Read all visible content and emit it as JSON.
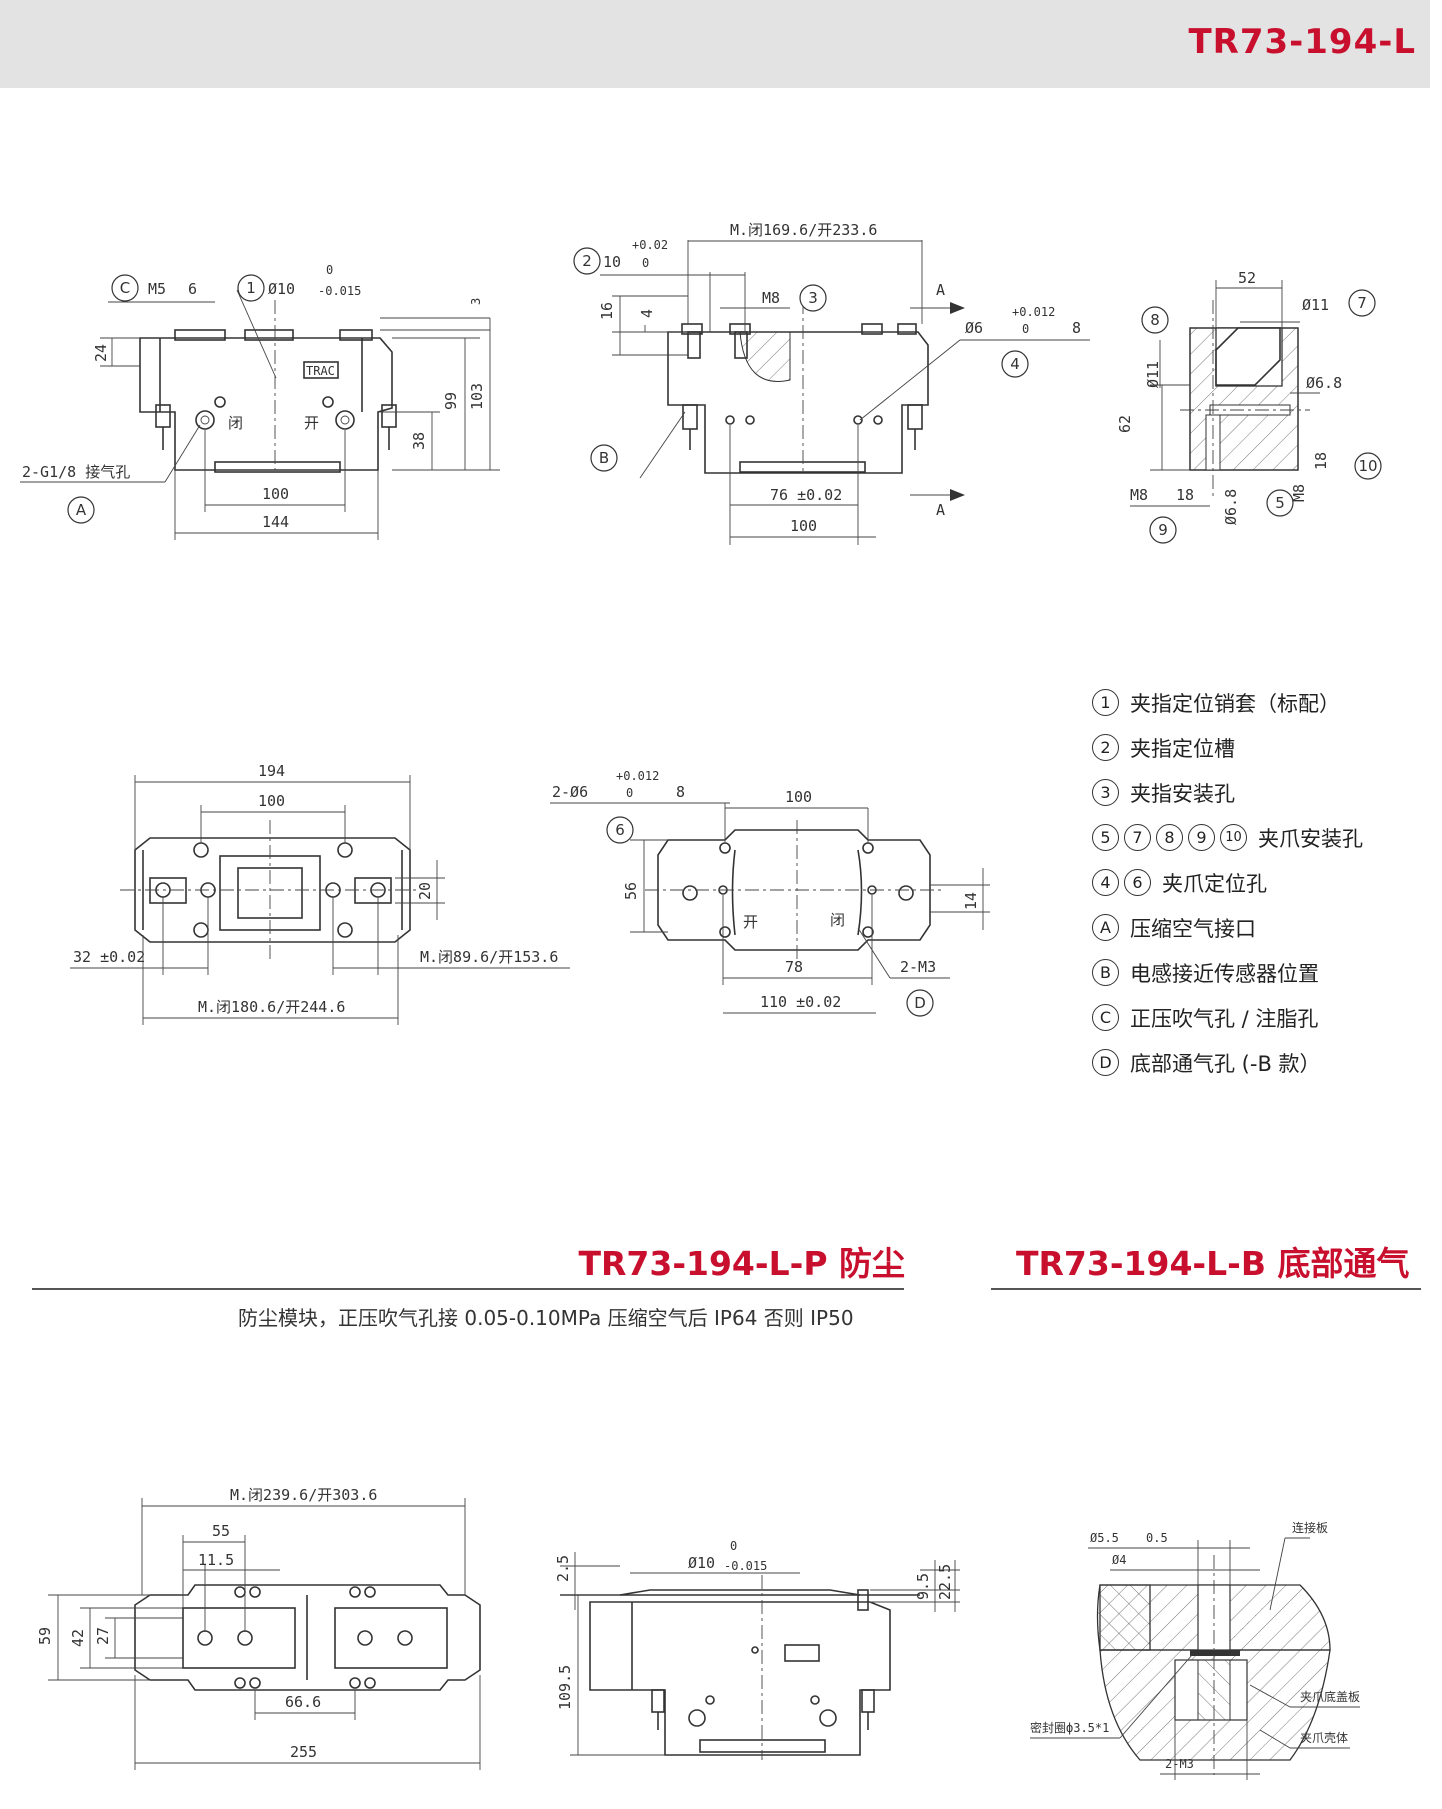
{
  "header": {
    "model": "TR73-194-L"
  },
  "legend": [
    {
      "marks": [
        "1"
      ],
      "text": "夹指定位销套（标配）"
    },
    {
      "marks": [
        "2"
      ],
      "text": "夹指定位槽"
    },
    {
      "marks": [
        "3"
      ],
      "text": "夹指安装孔"
    },
    {
      "marks": [
        "5",
        "7",
        "8",
        "9",
        "10"
      ],
      "text": "夹爪安装孔"
    },
    {
      "marks": [
        "4",
        "6"
      ],
      "text": "夹爪定位孔"
    },
    {
      "marks": [
        "A"
      ],
      "text": "压缩空气接口"
    },
    {
      "marks": [
        "B"
      ],
      "text": "电感接近传感器位置"
    },
    {
      "marks": [
        "C"
      ],
      "text": "正压吹气孔 / 注脂孔"
    },
    {
      "marks": [
        "D"
      ],
      "text": "底部通气孔 (-B 款）"
    }
  ],
  "sections": {
    "dustproof": {
      "title": "TR73-194-L-P 防尘",
      "note": "防尘模块，正压吹气孔接 0.05-0.10MPa 压缩空气后 IP64 否则 IP50"
    },
    "bottom_vent": {
      "title": "TR73-194-L-B 底部通气"
    }
  },
  "drawing": {
    "front": {
      "m5": "M5",
      "d6": "6",
      "d10": "Ø10",
      "tol0": "0",
      "tol015": "-0.015",
      "three": "3",
      "d24": "24",
      "d99": "99",
      "d103": "103",
      "d38": "38",
      "d100": "100",
      "d144": "144",
      "port": "2-G1/8 接气孔",
      "close": "闭",
      "open": "开",
      "logo": "TRAC"
    },
    "side": {
      "stroke": "M.闭169.6/开233.6",
      "d10": "10",
      "tp002": "+0.02",
      "t0": "0",
      "d16": "16",
      "d4": "4",
      "m8": "M8",
      "a": "A",
      "d6": "Ø6",
      "tp0012": "+0.012",
      "depth8": "8",
      "d76": "76 ±0.02",
      "d100": "100"
    },
    "section": {
      "d52": "52",
      "d11a": "Ø11",
      "d11b": "Ø11",
      "d68": "Ø6.8",
      "d62": "62",
      "m8_18": "M8",
      "d18": "18",
      "d68b": "Ø6.8",
      "m8v18": "M8",
      "d18b": "18"
    },
    "top": {
      "d194": "194",
      "d100": "100",
      "d20": "20",
      "d32": "32 ±0.02",
      "m_outer": "M.闭89.6/开153.6",
      "m_inner": "M.闭180.6/开244.6"
    },
    "bottom": {
      "pin": "2-Ø6",
      "tp0012": "+0.012",
      "t0": "0",
      "depth8": "8",
      "d100": "100",
      "d56": "56",
      "d14": "14",
      "d78": "78",
      "d110": "110 ±0.02",
      "m3": "2-M3",
      "open": "开",
      "close": "闭"
    },
    "p_top": {
      "stroke": "M.闭239.6/开303.6",
      "d55": "55",
      "d115": "11.5",
      "d59": "59",
      "d42": "42",
      "d27": "27",
      "d666": "66.6",
      "d255": "255"
    },
    "p_front": {
      "d25": "2.5",
      "d10": "Ø10",
      "t0": "0",
      "t015": "-0.015",
      "d95": "9.5",
      "d225": "22.5",
      "d1095": "109.5"
    },
    "b_detail": {
      "d55": "Ø5.5",
      "depth": "0.5",
      "d4": "Ø4",
      "plate": "连接板",
      "seal": "密封圈ф3.5*1",
      "m3": "2-M3",
      "cover": "夹爪底盖板",
      "shell": "夹爪壳体"
    }
  }
}
